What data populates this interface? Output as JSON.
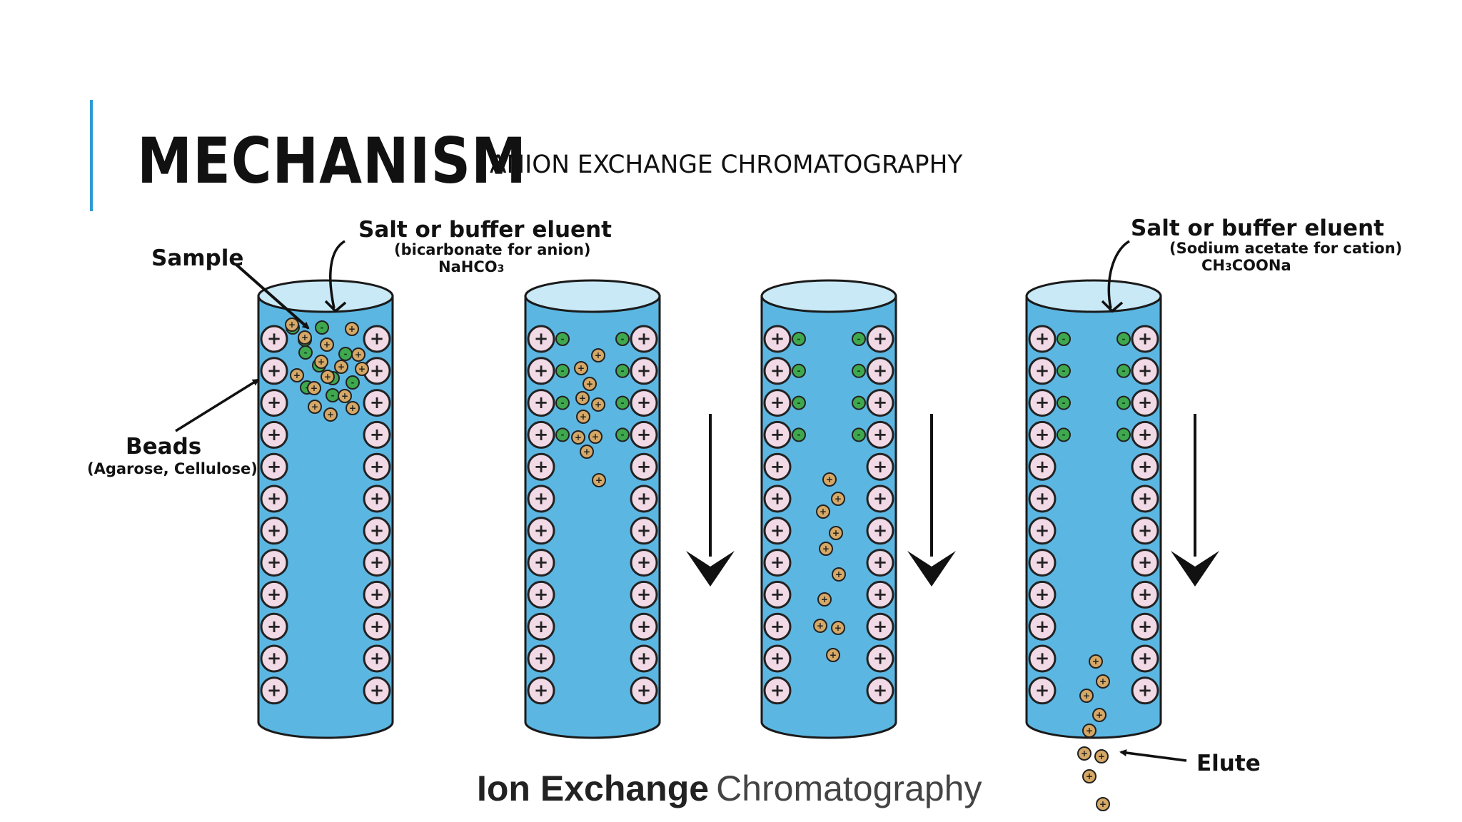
{
  "slide": {
    "title": "MECHANISM",
    "subtitle": "ANION EXCHANGE CHROMATOGRAPHY"
  },
  "diagram": {
    "labels": {
      "sample": "Sample",
      "eluent_left": "Salt or buffer eluent",
      "eluent_left_note": "(bicarbonate for anion)",
      "eluent_left_formula_main": "NaHCO",
      "eluent_left_formula_sub": "3",
      "beads": "Beads",
      "beads_note": "(Agarose, Cellulose)",
      "eluent_right": "Salt or buffer eluent",
      "eluent_right_note": "(Sodium acetate for cation)",
      "eluent_right_formula_pre": "CH",
      "eluent_right_formula_sub": "3",
      "eluent_right_formula_post": "COONa",
      "elute": "Elute"
    },
    "caption_bold": "Ion Exchange",
    "caption_regular": "Chromatography",
    "colors": {
      "column_fill": "#5cb6e2",
      "column_top": "#c9e9f6",
      "bead_fill": "#f1d9e6",
      "anion": "#3fa84e",
      "sample_ion": "#d6a866",
      "accent": "#2e9bd6"
    },
    "bead_symbol": "+",
    "anion_symbol": "-",
    "sample_symbol": "+"
  }
}
